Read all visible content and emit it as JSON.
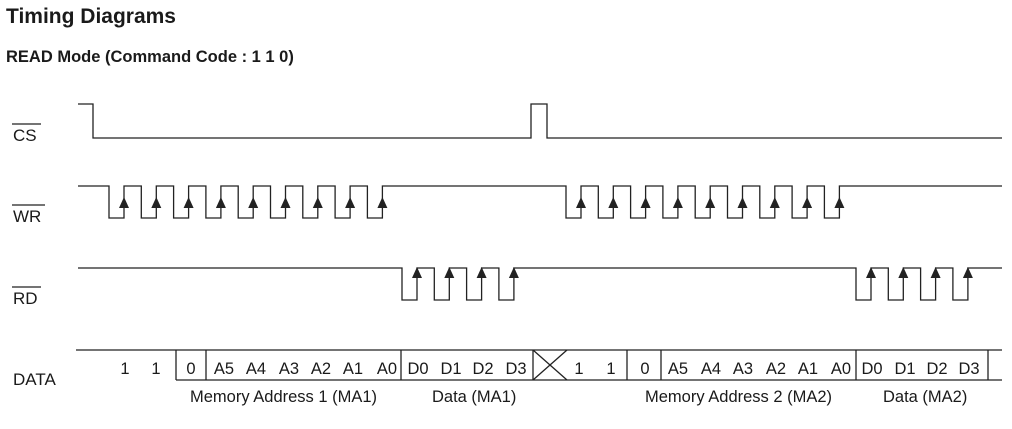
{
  "title": "Timing Diagrams",
  "subtitle": "READ Mode (Command Code : 1 1 0)",
  "signals": {
    "cs": "CS",
    "wr": "WR",
    "rd": "RD",
    "data": "DATA"
  },
  "frames": [
    {
      "bits": [
        "1",
        "1",
        "0"
      ],
      "address": [
        "A5",
        "A4",
        "A3",
        "A2",
        "A1",
        "A0"
      ],
      "data": [
        "D0",
        "D1",
        "D2",
        "D3"
      ],
      "address_label": "Memory Address 1 (MA1)",
      "data_label": "Data (MA1)"
    },
    {
      "bits": [
        "1",
        "1",
        "0"
      ],
      "address": [
        "A5",
        "A4",
        "A3",
        "A2",
        "A1",
        "A0"
      ],
      "data": [
        "D0",
        "D1",
        "D2",
        "D3"
      ],
      "address_label": "Memory Address 2 (MA2)",
      "data_label": "Data (MA2)"
    }
  ]
}
